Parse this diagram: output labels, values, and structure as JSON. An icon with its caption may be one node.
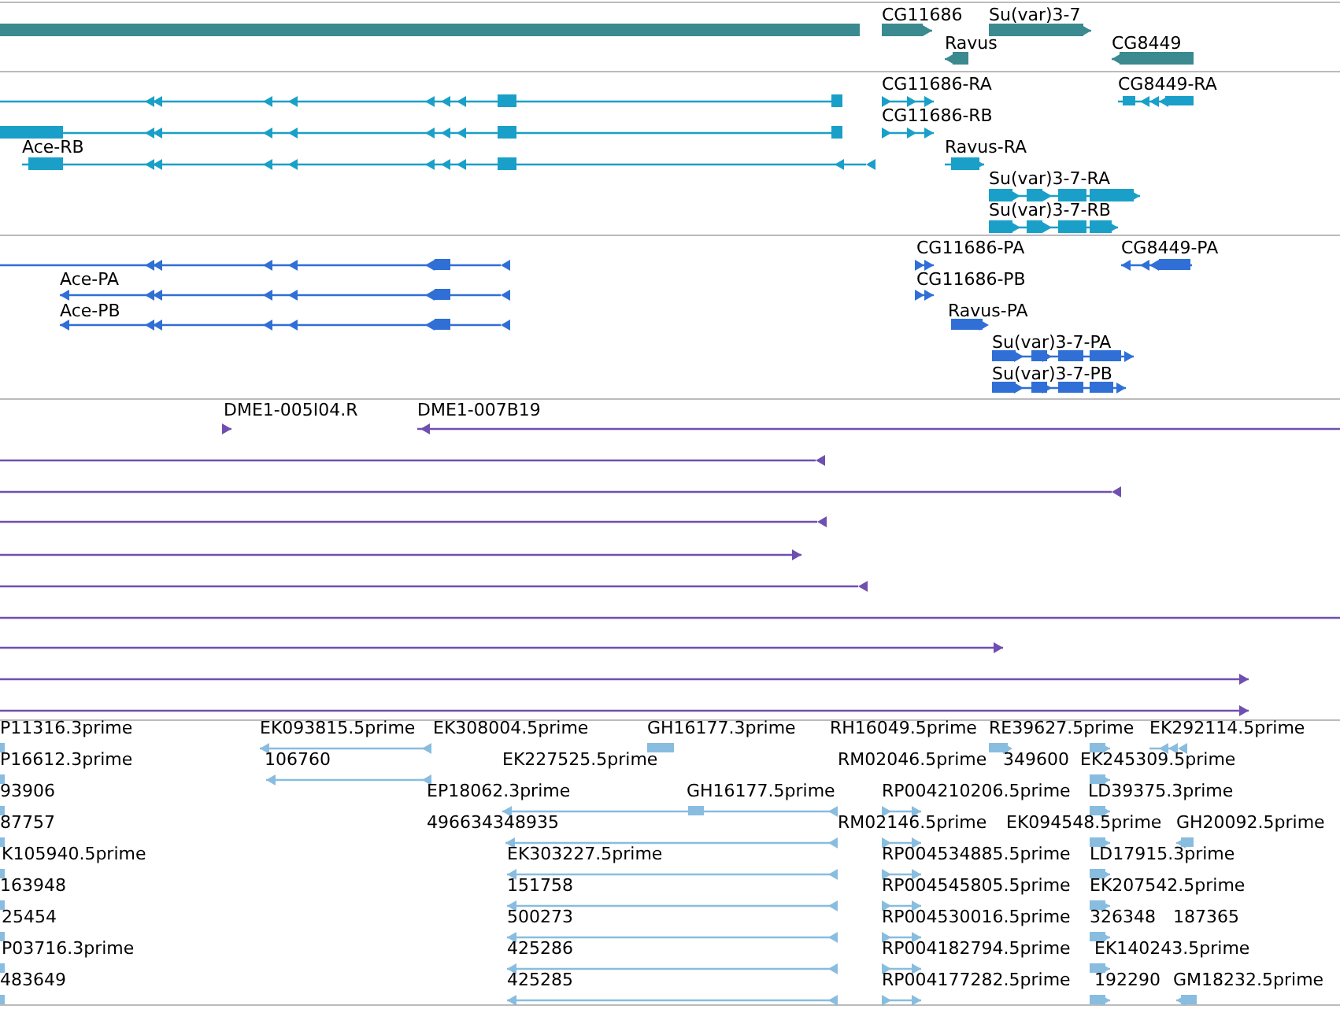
{
  "diagram": {
    "labels": [
      "CG11686",
      "Su(var)3-7",
      "Ravus",
      "CG8449",
      "CG11686-RA",
      "CG8449-RA",
      "CG11686-RB",
      "Ace-RB",
      "Ravus-RA",
      "Su(var)3-7-RA",
      "Su(var)3-7-RB",
      "CG11686-PA",
      "CG8449-PA",
      "Ace-PA",
      "CG11686-PB",
      "Ace-PB",
      "Ravus-PA",
      "Su(var)3-7-PA",
      "Su(var)3-7-PB",
      "DME1-005I04.R",
      "DME1-007B19",
      "P11316.3prime",
      "EK093815.5prime",
      "EK308004.5prime",
      "GH16177.3prime",
      "RH16049.5prime",
      "RE39627.5prime",
      "EK292114.5prime",
      "P16612.3prime",
      "106760",
      "EK227525.5prime",
      "RM02046.5prime",
      "349600",
      "EK245309.5prime",
      "93906",
      "EP18062.3prime",
      "GH16177.5prime",
      "RP004210206.5prime",
      "LD39375.3prime",
      "87757",
      "496634348935",
      "RM02146.5prime",
      "EK094548.5prime",
      "GH20092.5prime",
      "K105940.5prime",
      "EK303227.5prime",
      "RP004534885.5prime",
      "LD17915.3prime",
      "163948",
      "151758",
      "RP004545805.5prime",
      "EK207542.5prime",
      "25454",
      "500273",
      "RP004530016.5prime",
      "326348",
      "187365",
      "P03716.3prime",
      "425286",
      "RP004182794.5prime",
      "EK140243.5prime",
      "483649",
      "425285",
      "RP004177282.5prime",
      "192290",
      "GM18232.5prime"
    ]
  }
}
